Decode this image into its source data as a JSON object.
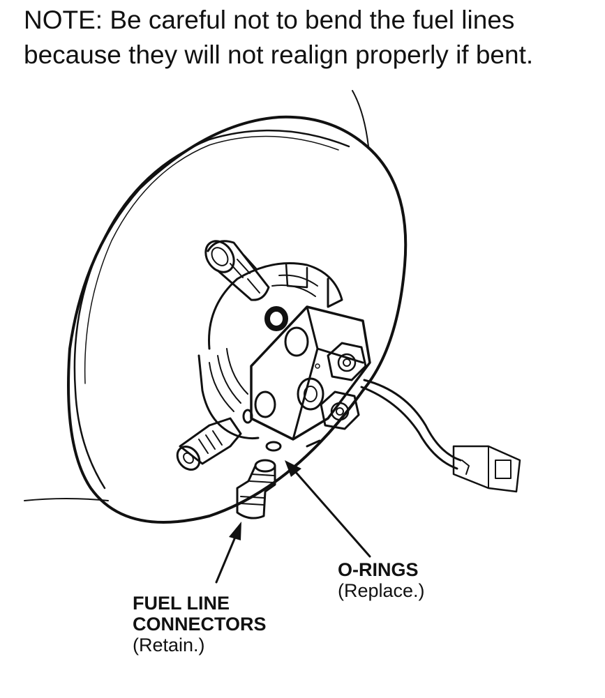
{
  "note": {
    "line1": "NOTE: Be careful not to bend the fuel lines",
    "line2": "because they will not realign properly if bent."
  },
  "callouts": {
    "fuel_line_connectors": {
      "title_line1": "FUEL LINE",
      "title_line2": "CONNECTORS",
      "instruction": "(Retain.)"
    },
    "o_rings": {
      "title": "O-RINGS",
      "instruction": "(Replace.)"
    }
  },
  "colors": {
    "ink": "#111111",
    "background": "#ffffff"
  }
}
